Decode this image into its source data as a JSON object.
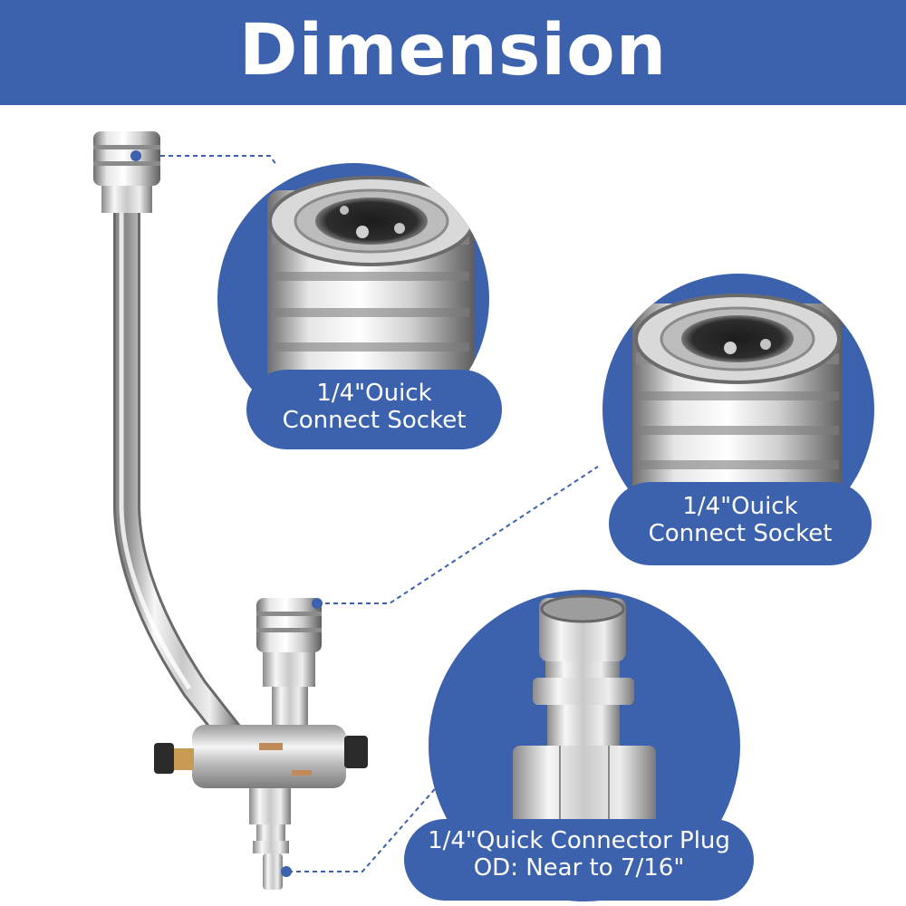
{
  "header": {
    "title": "Dimension"
  },
  "callouts": [
    {
      "line1": "1/4\"Ouick",
      "line2": "Connect Socket"
    },
    {
      "line1": "1/4\"Ouick",
      "line2": "Connect Socket"
    },
    {
      "line1": "1/4\"Quick Connector Plug",
      "line2": "OD: Near to 7/16\""
    }
  ],
  "colors": {
    "brand_blue": "#3d62ad",
    "chrome_light": "#f2f2f2",
    "chrome_dark": "#6e6e6e",
    "leader_line": "#3d62ad"
  },
  "icons": [
    "quick-connect-socket",
    "quick-connector-plug",
    "pressure-washer-extension-wand",
    "dual-inlet-valve"
  ]
}
